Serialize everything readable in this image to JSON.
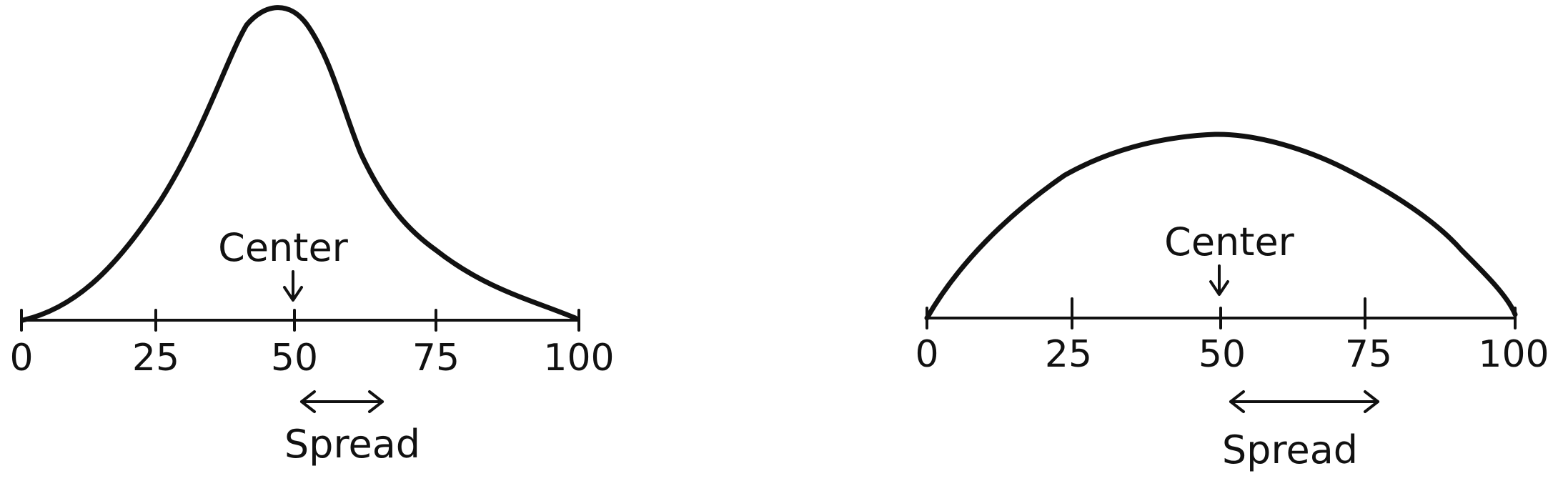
{
  "panels": [
    {
      "axis": {
        "ticks": [
          "0",
          "25",
          "50",
          "75",
          "100"
        ]
      },
      "center_label": "Center",
      "spread_label": "Spread",
      "center_value": 50
    },
    {
      "axis": {
        "ticks": [
          "0",
          "25",
          "50",
          "75",
          "100"
        ]
      },
      "center_label": "Center",
      "spread_label": "Spread",
      "center_value": 50
    }
  ]
}
